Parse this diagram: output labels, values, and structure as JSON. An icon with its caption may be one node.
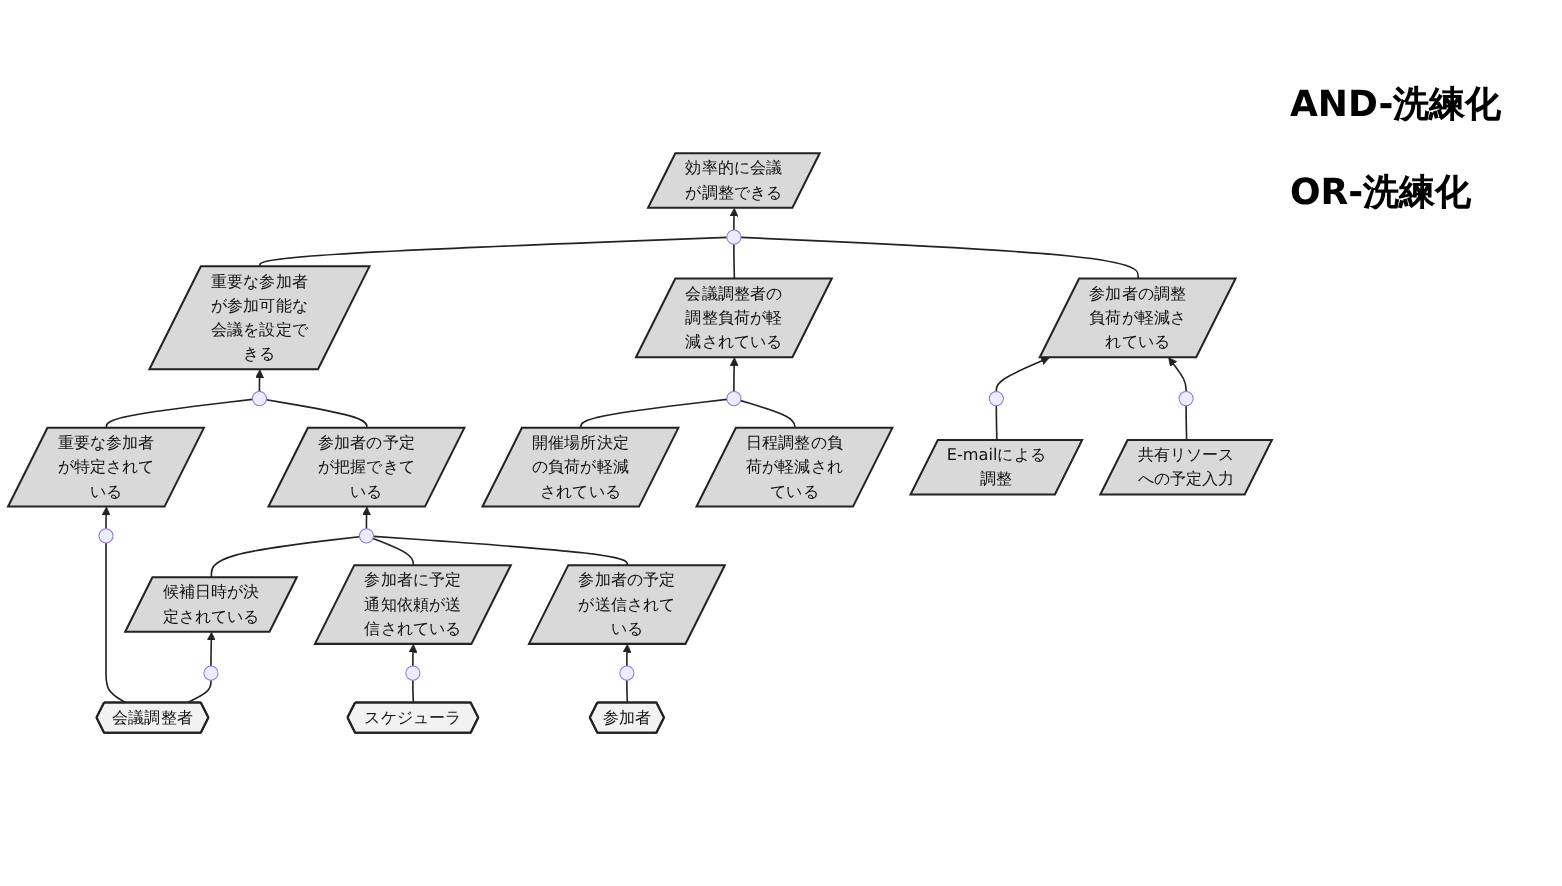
{
  "diagram": {
    "nodes": [
      {
        "text": [
          "効率的に会議が調整できる"
        ]
      },
      {
        "text": [],
        "shape": "circle"
      },
      {
        "text": [
          "重要な参加者が参加可能な会議を設定できる"
        ]
      },
      {
        "text": [
          "会議調整者の調整負荷が軽減されている"
        ]
      },
      {
        "text": [
          "参加者の調整負荷が軽減されている"
        ]
      },
      {
        "text": [],
        "shape": "circle"
      },
      {
        "text": [],
        "shape": "circle"
      },
      {
        "text": [],
        "shape": "circle"
      },
      {
        "text": [],
        "shape": "circle"
      },
      {
        "text": [
          "重要な参加者が特定されている"
        ]
      },
      {
        "text": [
          "参加者の予定が把握できている"
        ]
      },
      {
        "text": [
          "開催場所決定の負荷が軽減されている"
        ]
      },
      {
        "text": [
          "日程調整の負荷が軽減されている"
        ]
      },
      {
        "text": [
          "E-mailによる調整"
        ]
      },
      {
        "text": [
          "共有リソースへの予定入力"
        ]
      },
      {
        "text": [],
        "shape": "circle"
      },
      {
        "text": [],
        "shape": "circle"
      },
      {
        "text": [
          "候補日時が決定されている"
        ]
      },
      {
        "text": [
          "参加者に予定通知依頼が送信されている"
        ]
      },
      {
        "text": [
          "参加者の予定が送信されている"
        ]
      },
      {
        "text": [],
        "shape": "circle"
      },
      {
        "text": [],
        "shape": "circle"
      },
      {
        "text": [],
        "shape": "circle"
      },
      {
        "text": [
          "会議調整者"
        ]
      },
      {
        "text": [
          "スケジューラ"
        ]
      },
      {
        "text": [
          "参加者"
        ]
      }
    ],
    "edges": [
      {
        "from": 1,
        "to": 0,
        "arrow": "to"
      },
      {
        "from": 2,
        "to": 1,
        "arrow": "none"
      },
      {
        "from": 3,
        "to": 1,
        "arrow": "none"
      },
      {
        "from": 4,
        "to": 1,
        "arrow": "none"
      },
      {
        "from": 5,
        "to": 2,
        "arrow": "to"
      },
      {
        "from": 9,
        "to": 5,
        "arrow": "none"
      },
      {
        "from": 10,
        "to": 5,
        "arrow": "none"
      },
      {
        "from": 6,
        "to": 3,
        "arrow": "to"
      },
      {
        "from": 11,
        "to": 6,
        "arrow": "none"
      },
      {
        "from": 12,
        "to": 6,
        "arrow": "none"
      },
      {
        "from": 7,
        "to": 4,
        "arrow": "to"
      },
      {
        "from": 13,
        "to": 7,
        "arrow": "none"
      },
      {
        "from": 8,
        "to": 4,
        "arrow": "to"
      },
      {
        "from": 14,
        "to": 8,
        "arrow": "none"
      },
      {
        "from": 15,
        "to": 10,
        "arrow": "to"
      },
      {
        "from": 17,
        "to": 15,
        "arrow": "none"
      },
      {
        "from": 18,
        "to": 15,
        "arrow": "none"
      },
      {
        "from": 19,
        "to": 15,
        "arrow": "none"
      },
      {
        "from": 16,
        "to": 9,
        "arrow": "to"
      },
      {
        "from": 23,
        "to": 16,
        "arrow": "none"
      },
      {
        "from": 20,
        "to": 17,
        "arrow": "to"
      },
      {
        "from": 23,
        "to": 20,
        "arrow": "none"
      },
      {
        "from": 21,
        "to": 18,
        "arrow": "to"
      },
      {
        "from": 24,
        "to": 21,
        "arrow": "none"
      },
      {
        "from": 22,
        "to": 19,
        "arrow": "to"
      },
      {
        "from": 25,
        "to": 22,
        "arrow": "none"
      }
    ],
    "labels": [
      "AND-洗練化",
      "OR-洗練化"
    ]
  }
}
